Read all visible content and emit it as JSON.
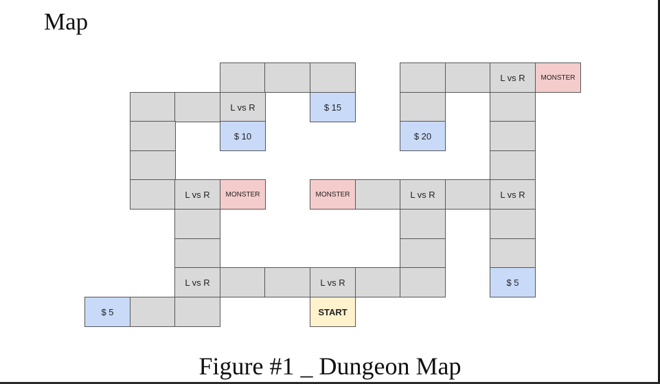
{
  "header": {
    "title": "Map"
  },
  "caption": "Figure #1 _ Dungeon Map",
  "grid": {
    "cells": [
      {
        "col": 3,
        "row": 0,
        "type": "plain",
        "label": ""
      },
      {
        "col": 4,
        "row": 0,
        "type": "plain",
        "label": ""
      },
      {
        "col": 5,
        "row": 0,
        "type": "plain",
        "label": ""
      },
      {
        "col": 7,
        "row": 0,
        "type": "plain",
        "label": ""
      },
      {
        "col": 8,
        "row": 0,
        "type": "plain",
        "label": ""
      },
      {
        "col": 9,
        "row": 0,
        "type": "duel",
        "label": "L vs R"
      },
      {
        "col": 10,
        "row": 0,
        "type": "monster",
        "label": "MONSTER"
      },
      {
        "col": 1,
        "row": 1,
        "type": "plain",
        "label": ""
      },
      {
        "col": 2,
        "row": 1,
        "type": "plain",
        "label": ""
      },
      {
        "col": 3,
        "row": 1,
        "type": "duel",
        "label": "L vs R"
      },
      {
        "col": 5,
        "row": 1,
        "type": "money",
        "label": "$ 15"
      },
      {
        "col": 7,
        "row": 1,
        "type": "plain",
        "label": ""
      },
      {
        "col": 9,
        "row": 1,
        "type": "plain",
        "label": ""
      },
      {
        "col": 1,
        "row": 2,
        "type": "plain",
        "label": ""
      },
      {
        "col": 3,
        "row": 2,
        "type": "money",
        "label": "$ 10"
      },
      {
        "col": 7,
        "row": 2,
        "type": "money",
        "label": "$ 20"
      },
      {
        "col": 9,
        "row": 2,
        "type": "plain",
        "label": ""
      },
      {
        "col": 1,
        "row": 3,
        "type": "plain",
        "label": ""
      },
      {
        "col": 9,
        "row": 3,
        "type": "plain",
        "label": ""
      },
      {
        "col": 1,
        "row": 4,
        "type": "plain",
        "label": ""
      },
      {
        "col": 2,
        "row": 4,
        "type": "duel",
        "label": "L vs R"
      },
      {
        "col": 3,
        "row": 4,
        "type": "monster",
        "label": "MONSTER"
      },
      {
        "col": 5,
        "row": 4,
        "type": "monster",
        "label": "MONSTER"
      },
      {
        "col": 6,
        "row": 4,
        "type": "plain",
        "label": ""
      },
      {
        "col": 7,
        "row": 4,
        "type": "duel",
        "label": "L vs R"
      },
      {
        "col": 8,
        "row": 4,
        "type": "plain",
        "label": ""
      },
      {
        "col": 9,
        "row": 4,
        "type": "duel",
        "label": "L vs R"
      },
      {
        "col": 2,
        "row": 5,
        "type": "plain",
        "label": ""
      },
      {
        "col": 7,
        "row": 5,
        "type": "plain",
        "label": ""
      },
      {
        "col": 9,
        "row": 5,
        "type": "plain",
        "label": ""
      },
      {
        "col": 2,
        "row": 6,
        "type": "plain",
        "label": ""
      },
      {
        "col": 7,
        "row": 6,
        "type": "plain",
        "label": ""
      },
      {
        "col": 9,
        "row": 6,
        "type": "plain",
        "label": ""
      },
      {
        "col": 2,
        "row": 7,
        "type": "duel",
        "label": "L vs R"
      },
      {
        "col": 3,
        "row": 7,
        "type": "plain",
        "label": ""
      },
      {
        "col": 4,
        "row": 7,
        "type": "plain",
        "label": ""
      },
      {
        "col": 5,
        "row": 7,
        "type": "duel",
        "label": "L vs R"
      },
      {
        "col": 6,
        "row": 7,
        "type": "plain",
        "label": ""
      },
      {
        "col": 7,
        "row": 7,
        "type": "plain",
        "label": ""
      },
      {
        "col": 9,
        "row": 7,
        "type": "money",
        "label": "$ 5"
      },
      {
        "col": 0,
        "row": 8,
        "type": "money",
        "label": "$ 5"
      },
      {
        "col": 1,
        "row": 8,
        "type": "plain",
        "label": ""
      },
      {
        "col": 2,
        "row": 8,
        "type": "plain",
        "label": ""
      },
      {
        "col": 5,
        "row": 8,
        "type": "start",
        "label": "START"
      }
    ]
  }
}
